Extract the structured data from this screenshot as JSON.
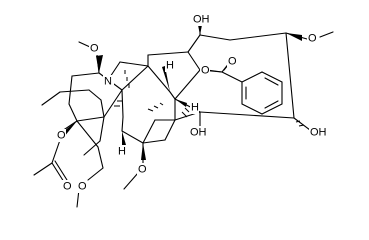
{
  "labels": {
    "oh_top": "OH",
    "ome_top_left": "O",
    "ome_top_right": "O",
    "n": "N",
    "h_upper": "H",
    "o_ester": "O",
    "o_carbonyl": "O",
    "h_mid": "H",
    "o_acetyl": "O",
    "oh_center": "OH",
    "oh_right": "OH",
    "h_lower": "H",
    "o_acetyl_carbonyl": "O",
    "ome_lower": "O",
    "ome_bottom": "O"
  }
}
